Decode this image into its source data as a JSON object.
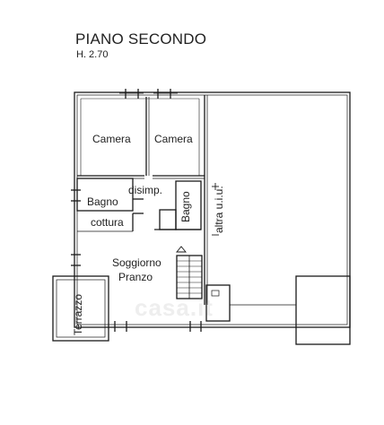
{
  "header": {
    "title": "PIANO SECONDO",
    "height": "H. 2.70"
  },
  "rooms": {
    "camera_1": "Camera",
    "camera_2": "Camera",
    "disimp": "disimp.",
    "bagno_1": "Bagno",
    "bagno_2": "Bagno",
    "cottura": "cottura",
    "soggiorno": "Soggiorno",
    "pranzo": "Pranzo",
    "terrazzo": "Terrazzo",
    "altra_uiu": "altra u.i.u."
  },
  "watermark": {
    "text": "casa.it"
  },
  "colors": {
    "walls": "#1a1a1a",
    "lines": "#333333"
  }
}
